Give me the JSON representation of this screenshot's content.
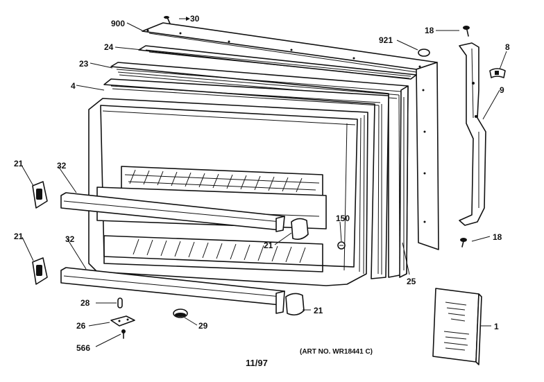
{
  "diagram": {
    "labels": {
      "p900": "900",
      "p30": "30",
      "p921": "921",
      "p18a": "18",
      "p8": "8",
      "p24": "24",
      "p23": "23",
      "p4": "4",
      "p9": "9",
      "p21a": "21",
      "p32a": "32",
      "p150": "150",
      "p21b": "21",
      "p18b": "18",
      "p21c": "21",
      "p32b": "32",
      "p25": "25",
      "p28": "28",
      "p21d": "21",
      "p26": "26",
      "p29": "29",
      "p566": "566",
      "p1": "1"
    },
    "art_number": "(ART NO. WR18441 C)",
    "date_code": "11/97"
  }
}
